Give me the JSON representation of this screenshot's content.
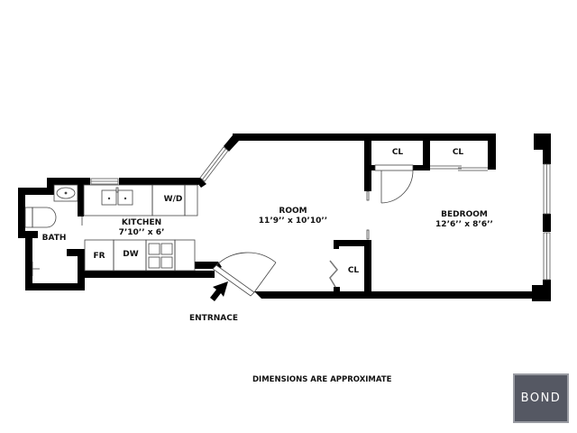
{
  "floorplan": {
    "rooms": [
      {
        "id": "room",
        "name": "ROOM",
        "dimensions": "11’9’’ x 10’10’’"
      },
      {
        "id": "bedroom",
        "name": "BEDROOM",
        "dimensions": "12’6’’ x 8’6’’"
      },
      {
        "id": "kitchen",
        "name": "KITCHEN",
        "dimensions": "7’10’’ x 6’"
      },
      {
        "id": "bath",
        "name": "BATH",
        "dimensions": ""
      }
    ],
    "closets": [
      "CL",
      "CL",
      "CL"
    ],
    "appliances": {
      "washer_dryer": "W/D",
      "fridge": "FR",
      "dishwasher": "DW"
    },
    "entrance_label": "ENTRNACE",
    "entrance_icon": "arrow-icon"
  },
  "footer": {
    "note": "DIMENSIONS ARE APPROXIMATE",
    "brand": "BOND",
    "brand_bg": "#555863"
  }
}
